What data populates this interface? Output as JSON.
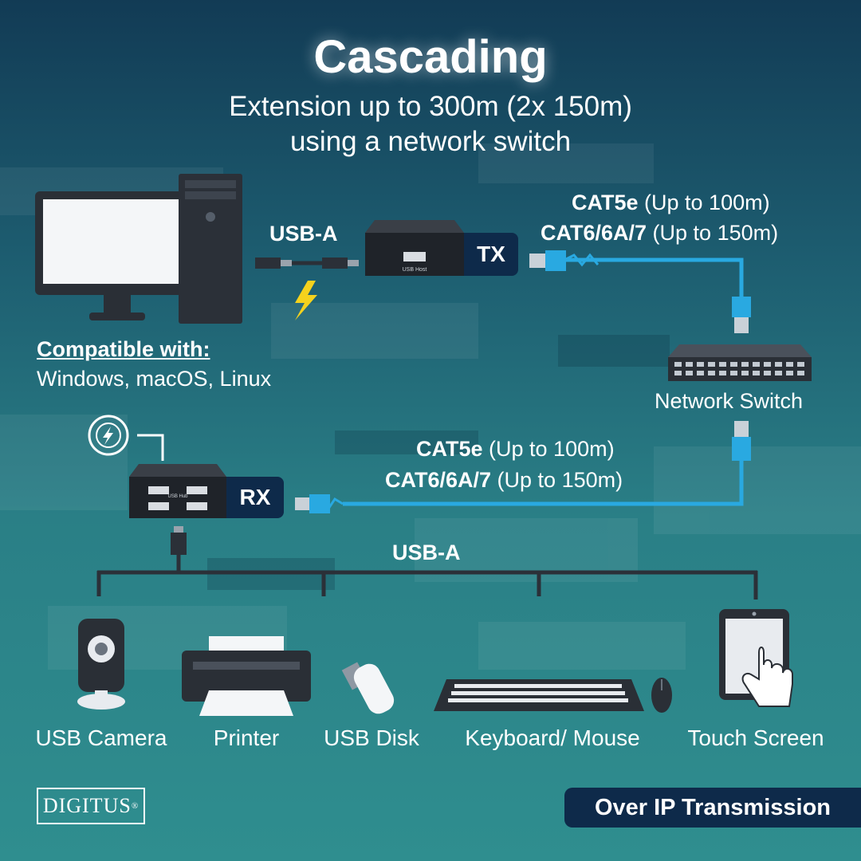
{
  "title": "Cascading",
  "subtitle_line1": "Extension up to 300m (2x 150m)",
  "subtitle_line2": "using a network switch",
  "usb_a_top": "USB-A",
  "tx_label": "TX",
  "rx_label": "RX",
  "cable_top_line1_bold": "CAT5e",
  "cable_top_line1_rest": " (Up to 100m)",
  "cable_top_line2_bold": "CAT6/6A/7",
  "cable_top_line2_rest": " (Up to 150m)",
  "cable_bottom_line1_bold": "CAT5e",
  "cable_bottom_line1_rest": " (Up to 100m)",
  "cable_bottom_line2_bold": "CAT6/6A/7",
  "cable_bottom_line2_rest": " (Up to 150m)",
  "network_switch": "Network Switch",
  "compatible_heading": "Compatible with:",
  "compatible_os": "Windows, macOS, Linux",
  "usb_a_bottom": "USB-A",
  "tx_port_label": "USB Host",
  "rx_port_label": "USB Hub",
  "devices": [
    "USB Camera",
    "Printer",
    "USB Disk",
    "Keyboard/ Mouse",
    "Touch Screen"
  ],
  "logo": "DIGITUS",
  "logo_mark": "®",
  "footer": "Over IP Transmission",
  "colors": {
    "cable": "#29a9e1",
    "badge": "#0e2a4a",
    "bolt": "#f5d21d"
  },
  "icons": [
    "computer-icon",
    "monitor-icon",
    "usb-cable-icon",
    "lightning-icon",
    "tx-extender-icon",
    "network-switch-icon",
    "rx-extender-icon",
    "power-icon",
    "usb-camera-icon",
    "printer-icon",
    "usb-disk-icon",
    "keyboard-icon",
    "mouse-icon",
    "tablet-icon",
    "hand-pointer-icon"
  ]
}
